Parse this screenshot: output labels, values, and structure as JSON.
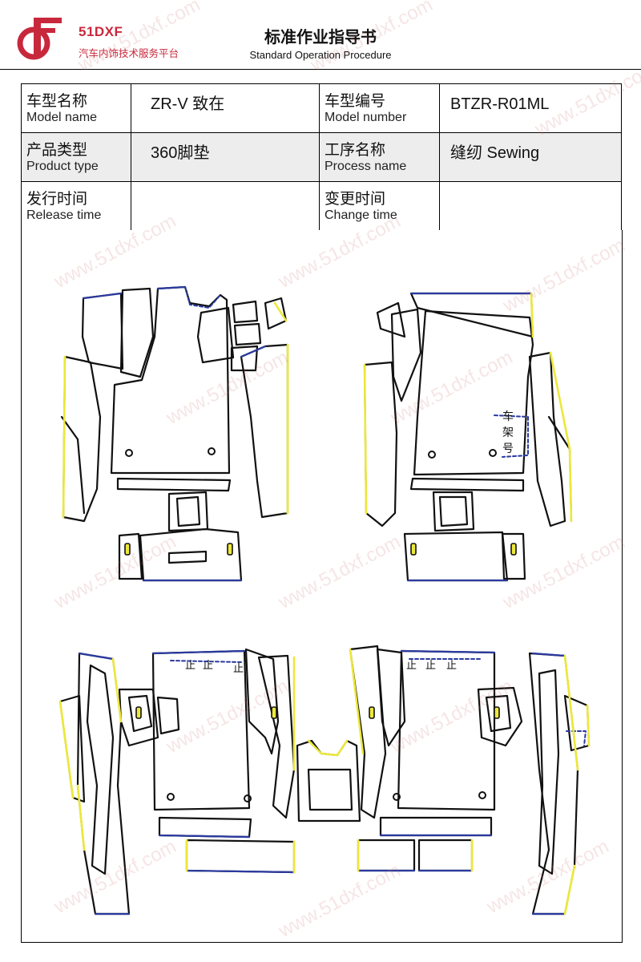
{
  "header": {
    "brand": "51DXF",
    "brand_sub": "汽车内饰技术服务平台",
    "title_cn": "标准作业指导书",
    "title_en": "Standard Operation Procedure"
  },
  "info_table": {
    "rows": [
      [
        {
          "label_cn": "车型名称",
          "label_en": "Model name",
          "value": "ZR-V 致在"
        },
        {
          "label_cn": "车型编号",
          "label_en": "Model number",
          "value": "BTZR-R01ML"
        }
      ],
      [
        {
          "label_cn": "产品类型",
          "label_en": "Product type",
          "value": "360脚垫"
        },
        {
          "label_cn": "工序名称",
          "label_en": "Process name",
          "value": "缝纫 Sewing"
        }
      ],
      [
        {
          "label_cn": "发行时间",
          "label_en": "Release time",
          "value": ""
        },
        {
          "label_cn": "变更时间",
          "label_en": "Change time",
          "value": ""
        }
      ]
    ]
  },
  "diagram": {
    "frame_label": [
      "车",
      "架",
      "号"
    ],
    "marker_label": "止",
    "colors": {
      "outline": "#111111",
      "blue_edge": "#2a3aa0",
      "yellow_edge": "#ece83a"
    }
  },
  "watermark": "www.51dxf.com",
  "colors": {
    "brand_red": "#c8283c",
    "shade": "#ededed"
  }
}
